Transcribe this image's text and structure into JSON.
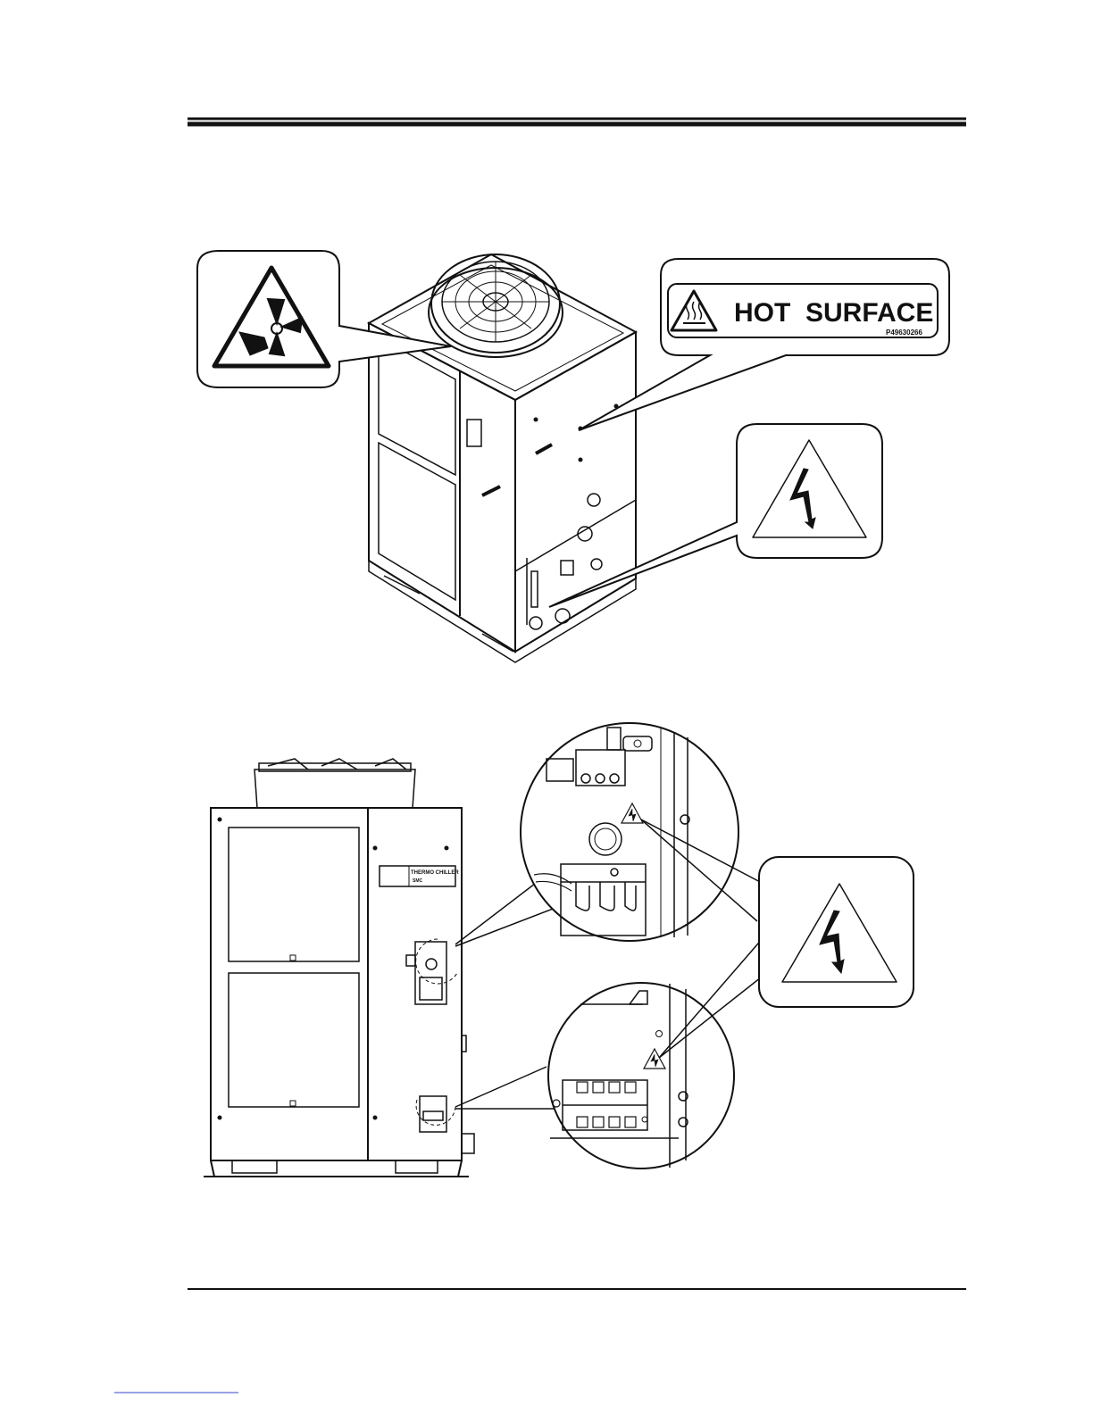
{
  "labels": {
    "hot_surface": "HOT  SURFACE",
    "hot_surface_part": "P49630266",
    "unit_plate": "THERMO CHILLER",
    "unit_brand": "SMC"
  },
  "colors": {
    "line": "#111111",
    "callout_fill": "#ffffff",
    "label_fill": "#f4f4f4"
  },
  "icons": {
    "fan": "fan-hazard-icon",
    "hot": "hot-surface-icon",
    "electric": "electric-shock-icon"
  }
}
